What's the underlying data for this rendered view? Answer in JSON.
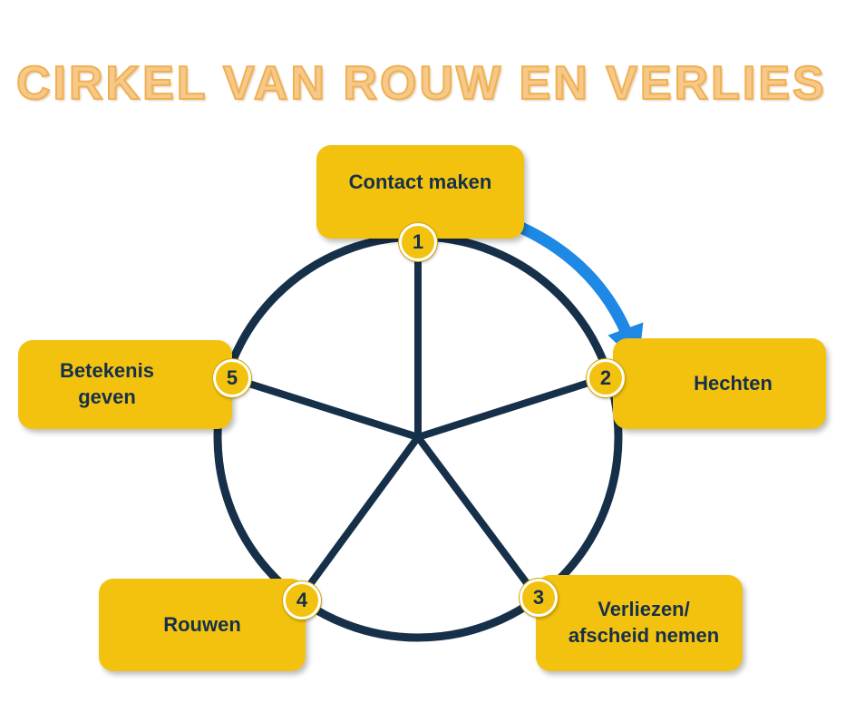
{
  "title": "CIRKEL VAN ROUW EN VERLIES",
  "stages": [
    {
      "number": "1",
      "label": "Contact maken"
    },
    {
      "number": "2",
      "label": "Hechten"
    },
    {
      "number": "3",
      "label": "Verliezen/\nafscheid  nemen"
    },
    {
      "number": "4",
      "label": "Rouwen"
    },
    {
      "number": "5",
      "label": "Betekenis\ngeven"
    }
  ],
  "colors": {
    "box": "#f2c20f",
    "wheel": "#17304a",
    "arrow": "#1e88e5",
    "title": "#f6c98a"
  }
}
